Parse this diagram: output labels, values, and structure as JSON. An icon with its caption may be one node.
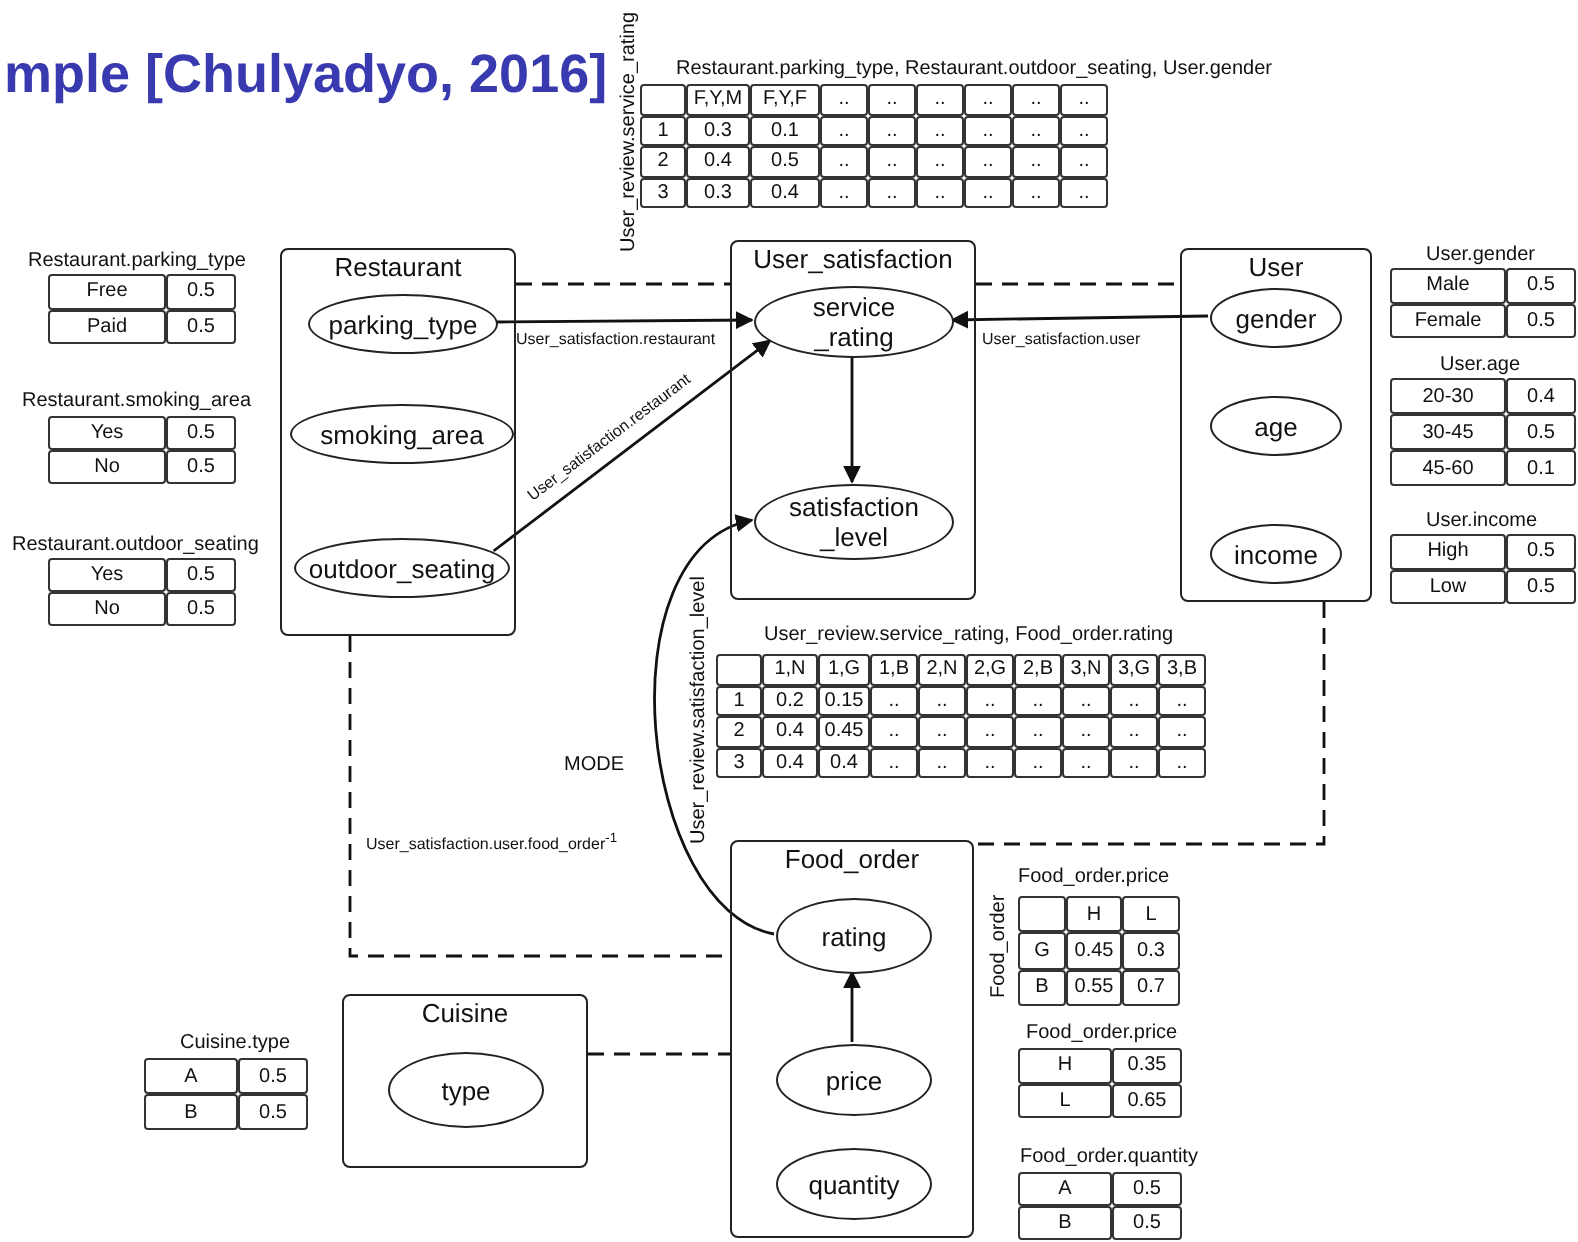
{
  "diagram": {
    "title": "mple [Chulyadyo, 2016]",
    "nodes": [
      {
        "text": [
          "Restaurant"
        ]
      },
      {
        "text": [
          "parking_type"
        ],
        "in": 0
      },
      {
        "text": [
          "smoking_area"
        ],
        "in": 0
      },
      {
        "text": [
          "outdoor_seating"
        ],
        "in": 0
      },
      {
        "text": [
          "User_satisfaction"
        ]
      },
      {
        "text": [
          "service _rating"
        ],
        "in": 4
      },
      {
        "text": [
          "satisfaction _level"
        ],
        "in": 4
      },
      {
        "text": [
          "User"
        ]
      },
      {
        "text": [
          "gender"
        ],
        "in": 7
      },
      {
        "text": [
          "age"
        ],
        "in": 7
      },
      {
        "text": [
          "income"
        ],
        "in": 7
      },
      {
        "text": [
          "Food_order"
        ]
      },
      {
        "text": [
          "rating"
        ],
        "in": 11
      },
      {
        "text": [
          "price"
        ],
        "in": 11
      },
      {
        "text": [
          "quantity"
        ],
        "in": 11
      },
      {
        "text": [
          "Cuisine"
        ]
      },
      {
        "text": [
          "type"
        ],
        "in": 15
      }
    ],
    "edges": [
      {
        "from": 1,
        "to": 5,
        "arrow": "to",
        "label": "User_satisfaction.restaurant"
      },
      {
        "from": 3,
        "to": 5,
        "arrow": "to",
        "label": "User_satisfaction.restaurant"
      },
      {
        "from": 8,
        "to": 5,
        "arrow": "to",
        "label": "User_satisfaction.user"
      },
      {
        "from": 5,
        "to": 6,
        "arrow": "to"
      },
      {
        "from": 12,
        "to": 6,
        "arrow": "to",
        "label": "MODE"
      },
      {
        "from": 13,
        "to": 12,
        "arrow": "to"
      },
      {
        "from": 0,
        "to": 4,
        "arrow": "none",
        "style": "dashed"
      },
      {
        "from": 4,
        "to": 7,
        "arrow": "none",
        "style": "dashed"
      },
      {
        "from": 0,
        "to": 11,
        "arrow": "none",
        "style": "dashed"
      },
      {
        "from": 7,
        "to": 11,
        "arrow": "none",
        "style": "dashed"
      },
      {
        "from": 15,
        "to": 11,
        "arrow": "none",
        "style": "dashed"
      }
    ],
    "labels": [
      "User_review.service_rating",
      "Restaurant.parking_type, Restaurant.outdoor_seating, User.gender",
      "F,Y,M",
      "F,Y,F",
      "..",
      "..",
      "..",
      "..",
      "..",
      "..",
      "1",
      "0.3",
      "0.1",
      "..",
      "..",
      "..",
      "..",
      "..",
      "..",
      "2",
      "0.4",
      "0.5",
      "..",
      "..",
      "..",
      "..",
      "..",
      "..",
      "3",
      "0.3",
      "0.4",
      "..",
      "..",
      "..",
      "..",
      "..",
      "..",
      "Restaurant.parking_type",
      "Free",
      "0.5",
      "Paid",
      "0.5",
      "Restaurant.smoking_area",
      "Yes",
      "0.5",
      "No",
      "0.5",
      "Restaurant.outdoor_seating",
      "Yes",
      "0.5",
      "No",
      "0.5",
      "User.gender",
      "Male",
      "0.5",
      "Female",
      "0.5",
      "User.age",
      "20-30",
      "0.4",
      "30-45",
      "0.5",
      "45-60",
      "0.1",
      "User.income",
      "High",
      "0.5",
      "Low",
      "0.5",
      "User_review.satisfaction_level",
      "User_review.service_rating, Food_order.rating",
      "1,N",
      "1,G",
      "1,B",
      "2,N",
      "2,G",
      "2,B",
      "3,N",
      "3,G",
      "3,B",
      "1",
      "0.2",
      "0.15",
      "..",
      "..",
      "..",
      "..",
      "..",
      "..",
      "..",
      "2",
      "0.4",
      "0.45",
      "..",
      "..",
      "..",
      "..",
      "..",
      "..",
      "..",
      "3",
      "0.4",
      "0.4",
      "..",
      "..",
      "..",
      "..",
      "..",
      "..",
      "..",
      "User_satisfaction.user.food_order$^{-1}$",
      "Food_order",
      "Food_order.price",
      "H",
      "L",
      "G",
      "0.45",
      "0.3",
      "B",
      "0.55",
      "0.7",
      "Food_order.price",
      "H",
      "0.35",
      "L",
      "0.65",
      "Cuisine.type",
      "A",
      "0.5",
      "B",
      "0.5",
      "Food_order.quantity",
      "A",
      "0.5",
      "B",
      "0.5"
    ]
  }
}
